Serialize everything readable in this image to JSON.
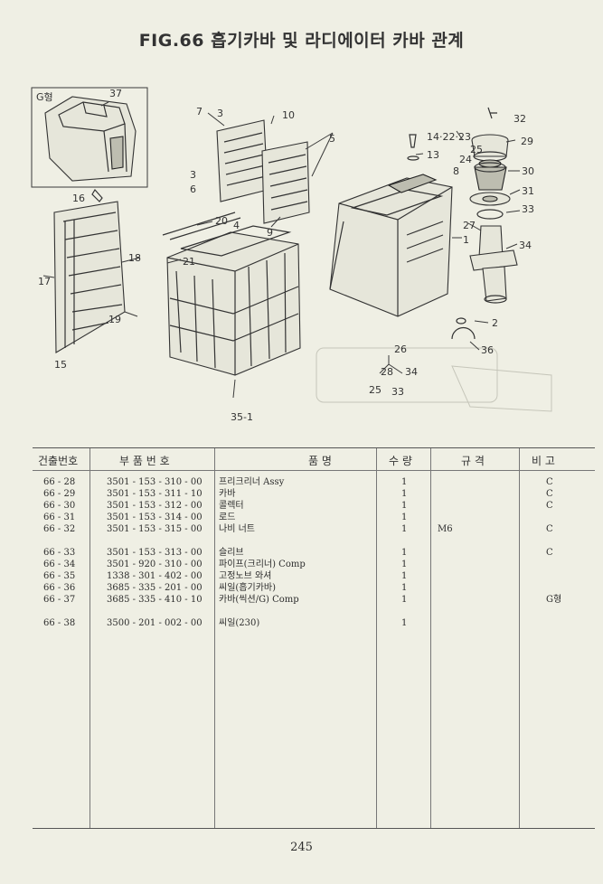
{
  "title": "FIG.66 흡기카바 및 라디에이터 카바 관계",
  "diagram": {
    "inset_label": "G형",
    "callouts": [
      "37",
      "7",
      "3",
      "10",
      "5",
      "14·22·23",
      "13",
      "32",
      "29",
      "25",
      "24",
      "8",
      "30",
      "31",
      "33",
      "16",
      "3",
      "6",
      "20",
      "4",
      "9",
      "27",
      "1",
      "34",
      "21",
      "18",
      "17",
      "19",
      "2",
      "36",
      "15",
      "26",
      "28",
      "34",
      "25",
      "33",
      "35-1"
    ]
  },
  "table": {
    "headers": [
      "건출번호",
      "부 품 번 호",
      "품 명",
      "수 량",
      "규 격",
      "비 고"
    ],
    "rows": [
      {
        "no": "66 - 28",
        "part": "3501 - 153 - 310 - 00",
        "name": "프리크리너 Assy",
        "qty": "1",
        "spec": "",
        "note": "C"
      },
      {
        "no": "66 - 29",
        "part": "3501 - 153 - 311 - 10",
        "name": "카바",
        "qty": "1",
        "spec": "",
        "note": "C"
      },
      {
        "no": "66 - 30",
        "part": "3501 - 153 - 312 - 00",
        "name": "콜렉터",
        "qty": "1",
        "spec": "",
        "note": "C"
      },
      {
        "no": "66 - 31",
        "part": "3501 - 153 - 314 - 00",
        "name": "로드",
        "qty": "1",
        "spec": "",
        "note": ""
      },
      {
        "no": "66 - 32",
        "part": "3501 - 153 - 315 - 00",
        "name": "나비 너트",
        "qty": "1",
        "spec": "M6",
        "note": "C"
      },
      {
        "no": "66 - 33",
        "part": "3501 - 153 - 313 - 00",
        "name": "슬리브",
        "qty": "1",
        "spec": "",
        "note": "C"
      },
      {
        "no": "66 - 34",
        "part": "3501 - 920 - 310 - 00",
        "name": "파이프(크리너) Comp",
        "qty": "1",
        "spec": "",
        "note": ""
      },
      {
        "no": "66 - 35",
        "part": "1338 - 301 - 402 - 00",
        "name": "고정노브 와셔",
        "qty": "1",
        "spec": "",
        "note": ""
      },
      {
        "no": "66 - 36",
        "part": "3685 - 335 - 201 - 00",
        "name": "씨일(흡기카바)",
        "qty": "1",
        "spec": "",
        "note": ""
      },
      {
        "no": "66 - 37",
        "part": "3685 - 335 - 410 - 10",
        "name": "카바(씩션/G) Comp",
        "qty": "1",
        "spec": "",
        "note": "G형"
      },
      {
        "no": "66 - 38",
        "part": "3500 - 201 - 002 - 00",
        "name": "씨일(230)",
        "qty": "1",
        "spec": "",
        "note": ""
      }
    ]
  },
  "page_number": "245"
}
